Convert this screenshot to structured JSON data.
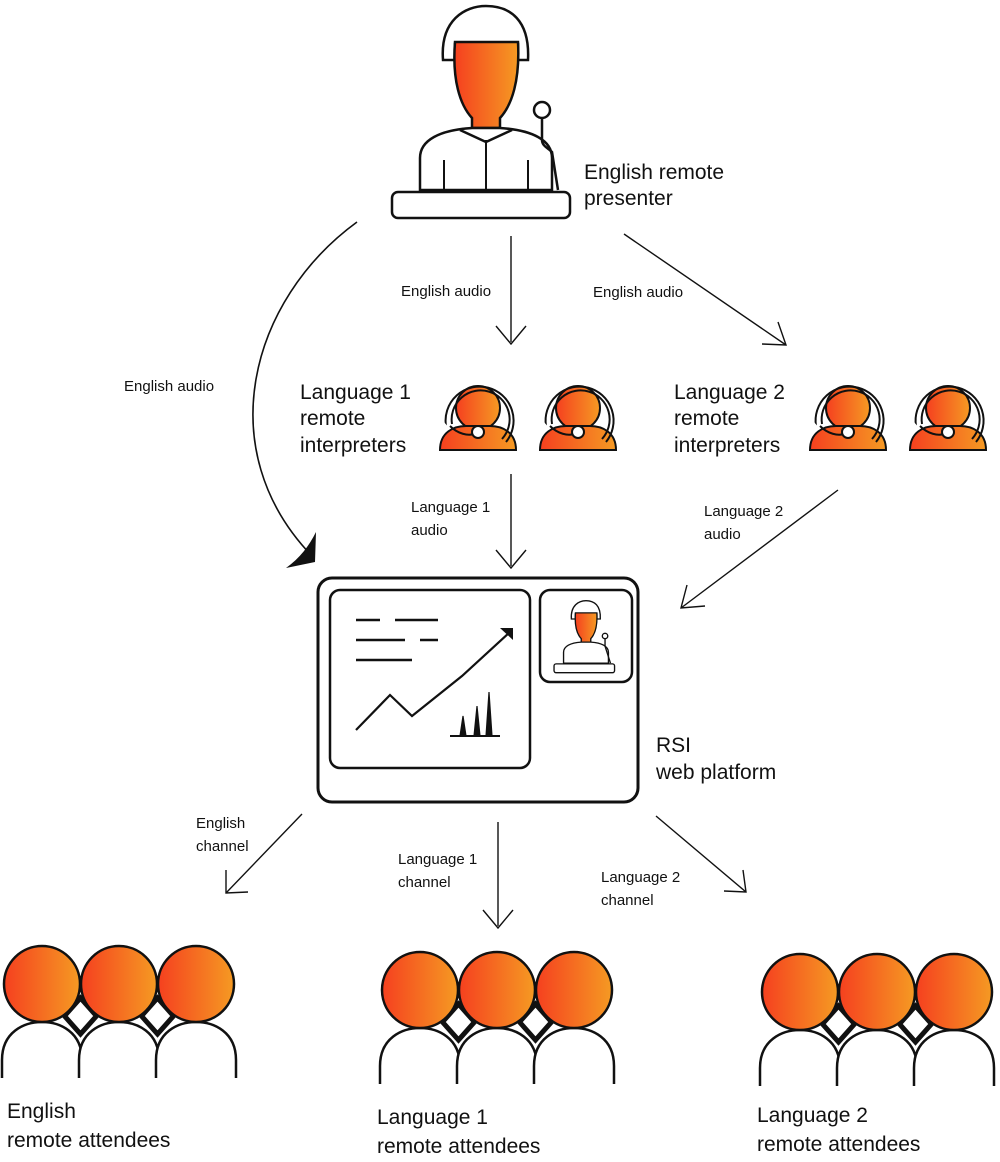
{
  "presenter": {
    "line1": "English remote",
    "line2": "presenter"
  },
  "interpreters": [
    {
      "line1": "Language 1",
      "line2": "remote",
      "line3": "interpreters"
    },
    {
      "line1": "Language 2",
      "line2": "remote",
      "line3": "interpreters"
    }
  ],
  "platform": {
    "line1": "RSI",
    "line2": "web platform"
  },
  "audio_labels": {
    "left": "English audio",
    "center": "English audio",
    "right": "English audio",
    "lang1": {
      "line1": "Language 1",
      "line2": "audio"
    },
    "lang2": {
      "line1": "Language 2",
      "line2": "audio"
    }
  },
  "channel_labels": {
    "english": {
      "line1": "English",
      "line2": "channel"
    },
    "lang1": {
      "line1": "Language 1",
      "line2": "channel"
    },
    "lang2": {
      "line1": "Language 2",
      "line2": "channel"
    }
  },
  "attendees": [
    {
      "line1": "English",
      "line2": "remote attendees"
    },
    {
      "line1": "Language 1",
      "line2": "remote attendees"
    },
    {
      "line1": "Language 2",
      "line2": "remote attendees"
    }
  ],
  "colors": {
    "accent_start": "#f5401f",
    "accent_end": "#f5a623",
    "stroke": "#111111"
  }
}
